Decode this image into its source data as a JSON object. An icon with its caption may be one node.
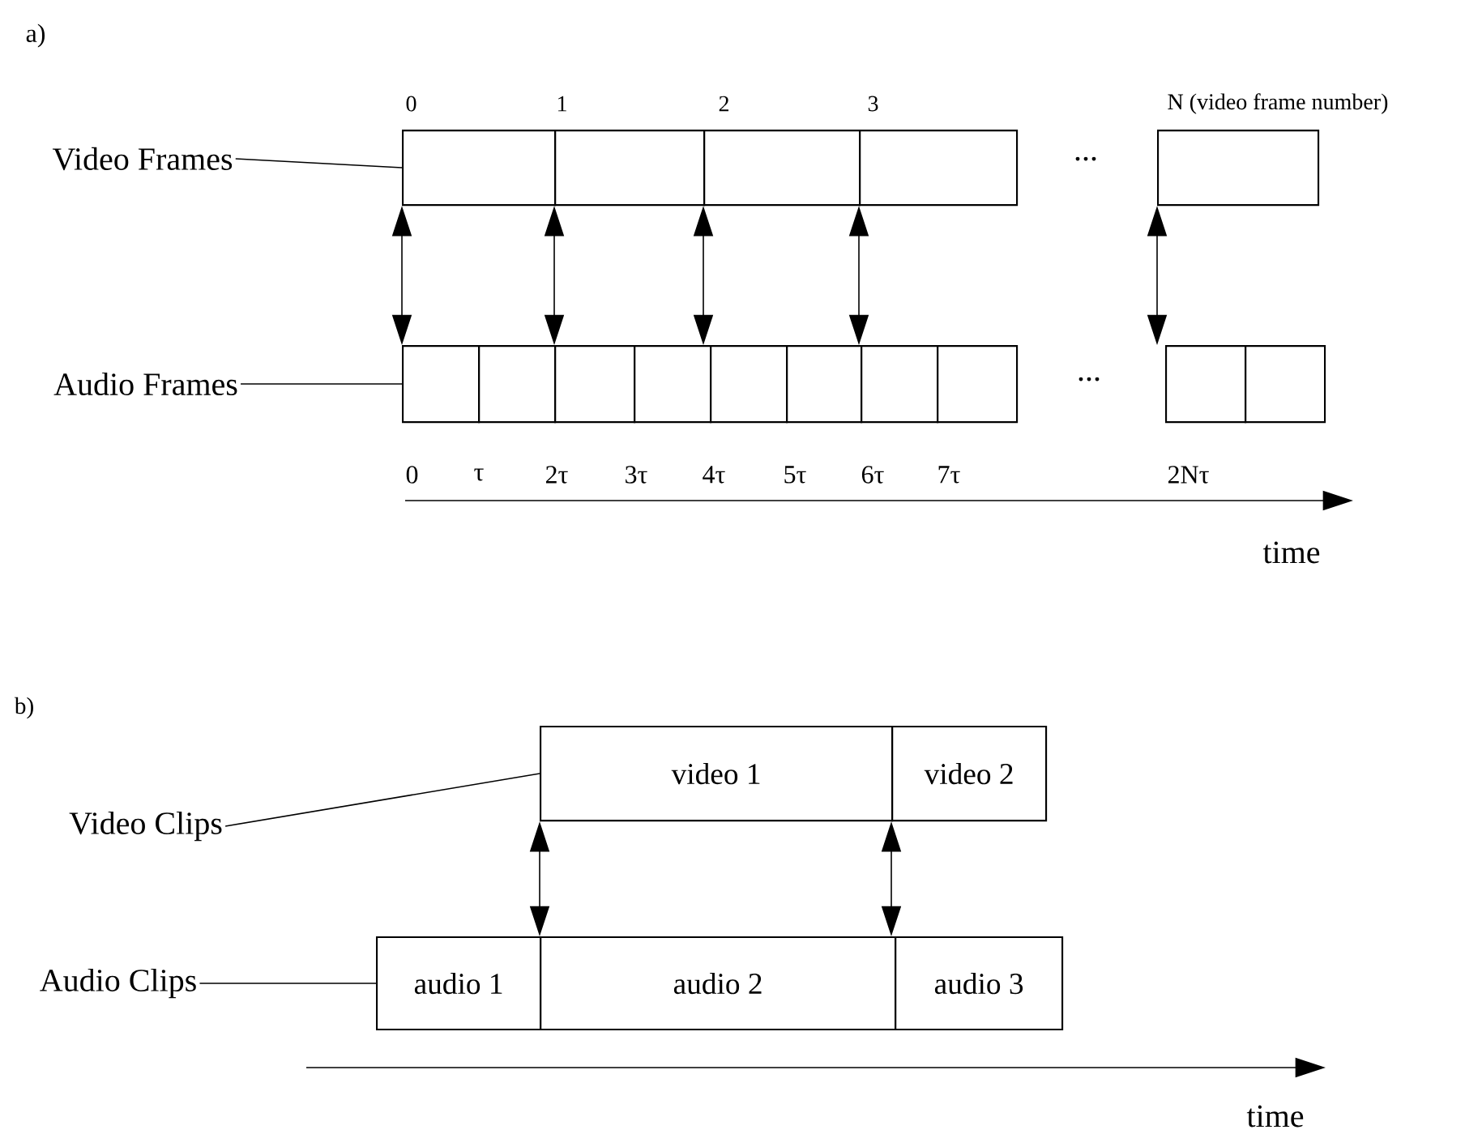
{
  "diagram": {
    "nodes": [
      {
        "text": [
          "Video Frames"
        ]
      },
      {
        "text": [],
        "shape": "box"
      },
      {
        "text": [],
        "shape": "box"
      },
      {
        "text": [],
        "shape": "box"
      },
      {
        "text": [],
        "shape": "box"
      },
      {
        "text": [],
        "shape": "box"
      },
      {
        "text": [
          "Audio Frames"
        ]
      },
      {
        "text": [],
        "shape": "box"
      },
      {
        "text": [],
        "shape": "box"
      },
      {
        "text": [],
        "shape": "box"
      },
      {
        "text": [],
        "shape": "box"
      },
      {
        "text": [],
        "shape": "box"
      },
      {
        "text": [],
        "shape": "box"
      },
      {
        "text": [],
        "shape": "box"
      },
      {
        "text": [],
        "shape": "box"
      },
      {
        "text": [],
        "shape": "box"
      },
      {
        "text": [],
        "shape": "box"
      },
      {
        "text": [
          "Video Clips"
        ]
      },
      {
        "text": [
          "video 1"
        ]
      },
      {
        "text": [
          "video 2"
        ]
      },
      {
        "text": [
          "Audio Clips"
        ]
      },
      {
        "text": [
          "audio 1"
        ]
      },
      {
        "text": [
          "audio 2"
        ]
      },
      {
        "text": [
          "audio 3"
        ]
      }
    ],
    "edges": [
      {
        "from": 0,
        "to": 1,
        "arrow": "none"
      },
      {
        "from": 6,
        "to": 7,
        "arrow": "none"
      },
      {
        "from": 1,
        "to": 7,
        "arrow": "both"
      },
      {
        "from": 2,
        "to": 9,
        "arrow": "both"
      },
      {
        "from": 3,
        "to": 11,
        "arrow": "both"
      },
      {
        "from": 4,
        "to": 13,
        "arrow": "both"
      },
      {
        "from": 5,
        "to": 15,
        "arrow": "both"
      },
      {
        "from": 17,
        "to": 18,
        "arrow": "none"
      },
      {
        "from": 20,
        "to": 21,
        "arrow": "none"
      },
      {
        "from": 18,
        "to": 22,
        "arrow": "both"
      },
      {
        "from": 19,
        "to": 23,
        "arrow": "both"
      }
    ],
    "labels": [
      "a)",
      "0",
      "1",
      "2",
      "3",
      "N (video frame number)",
      "...",
      "...",
      "0",
      "τ",
      "2τ",
      "3τ",
      "4τ",
      "5τ",
      "6τ",
      "7τ",
      "2Nτ",
      "time",
      "b)",
      "time"
    ]
  }
}
